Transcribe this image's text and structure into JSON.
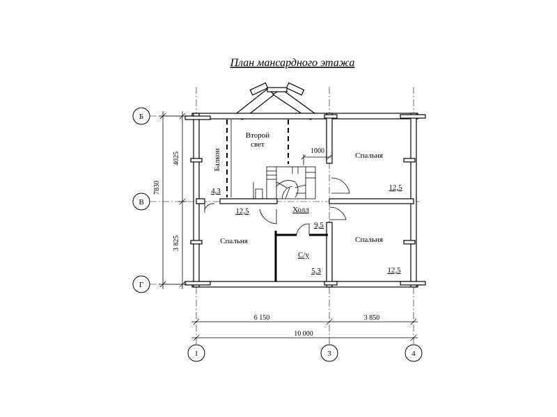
{
  "title": "План мансардного этажа",
  "rooms": {
    "second_light": "Второй свет",
    "balcony": "Балкон",
    "bedroom_ne": "Спальня",
    "bedroom_sw": "Спальня",
    "bedroom_se": "Спальня",
    "hall": "Холл",
    "wc": "С/у"
  },
  "areas": {
    "balcony": "4,3",
    "second_light": "12,5",
    "bedroom_ne": "12,5",
    "hall": "9,5",
    "wc": "5,3",
    "bedroom_se": "12,5"
  },
  "dimensions": {
    "top_left": "4025",
    "total_left": "7830",
    "bottom_left": "3 825",
    "opening": "1000",
    "left_span": "6 150",
    "right_span": "3 850",
    "total_span": "10 000"
  },
  "axes": {
    "row_top": "Б",
    "row_mid": "В",
    "row_bottom": "Г",
    "col_1": "1",
    "col_3": "3",
    "col_4": "4"
  }
}
